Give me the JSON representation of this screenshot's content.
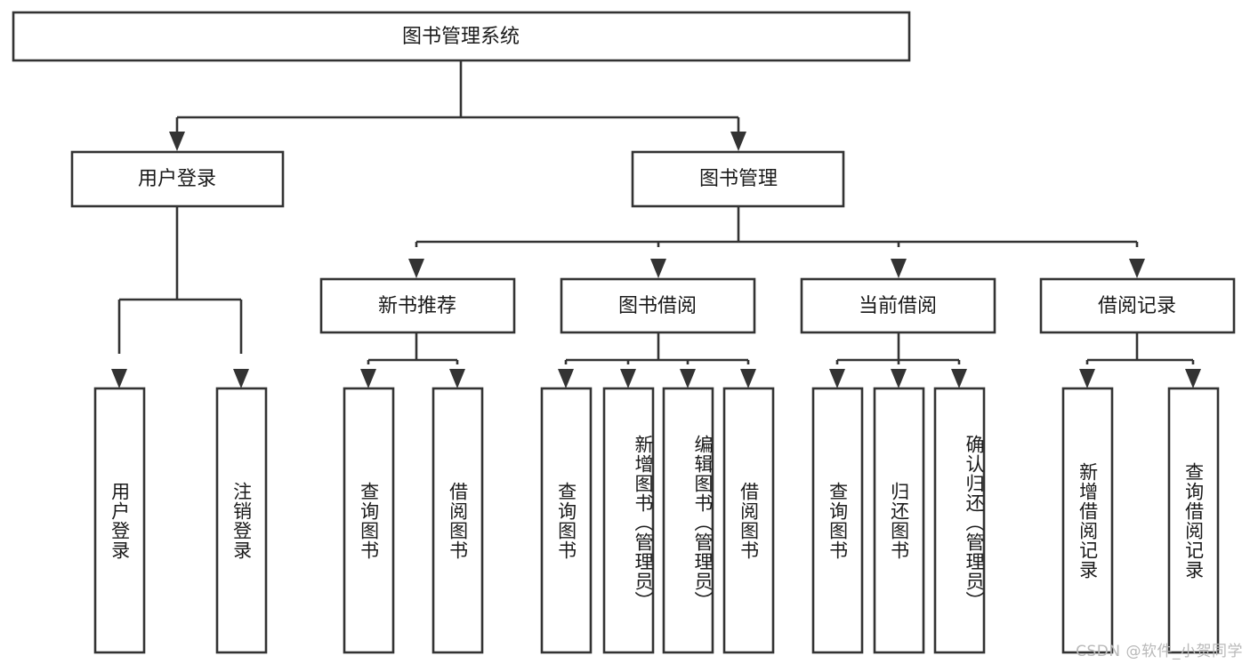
{
  "diagram": {
    "type": "tree",
    "title": "图书管理系统",
    "watermark": "CSDN @软件_小贺同学",
    "colors": {
      "box_fill": "#ffffff",
      "box_stroke": "#333333",
      "text": "#1a1a1a",
      "background": "#ffffff",
      "watermark": "#b9b9b9"
    },
    "root": {
      "label": "图书管理系统"
    },
    "level2": [
      {
        "label": "用户登录"
      },
      {
        "label": "图书管理"
      }
    ],
    "level3": [
      {
        "label": "新书推荐"
      },
      {
        "label": "图书借阅"
      },
      {
        "label": "当前借阅"
      },
      {
        "label": "借阅记录"
      }
    ],
    "leaves": [
      {
        "label": "用户登录",
        "parent": "用户登录"
      },
      {
        "label": "注销登录",
        "parent": "用户登录"
      },
      {
        "label": "查询图书",
        "parent": "新书推荐"
      },
      {
        "label": "借阅图书",
        "parent": "新书推荐"
      },
      {
        "label": "查询图书",
        "parent": "图书借阅"
      },
      {
        "label": "新增图书（管理员）",
        "parent": "图书借阅"
      },
      {
        "label": "编辑图书（管理员）",
        "parent": "图书借阅"
      },
      {
        "label": "借阅图书",
        "parent": "图书借阅"
      },
      {
        "label": "查询图书",
        "parent": "当前借阅"
      },
      {
        "label": "归还图书",
        "parent": "当前借阅"
      },
      {
        "label": "确认归还（管理员）",
        "parent": "当前借阅"
      },
      {
        "label": "新增借阅记录",
        "parent": "借阅记录"
      },
      {
        "label": "查询借阅记录",
        "parent": "借阅记录"
      }
    ]
  }
}
